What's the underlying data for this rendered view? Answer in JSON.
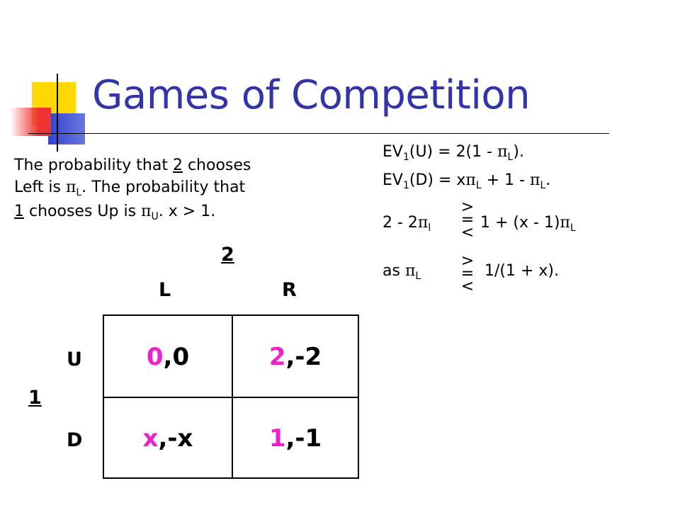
{
  "title": "Games of Competition",
  "description": {
    "line1_a": "The probability that ",
    "line1_player": "2",
    "line1_b": " chooses",
    "line2_a": "Left is ",
    "line2_pi": "π",
    "line2_sub": "L",
    "line2_b": ".  The probability that",
    "line3_player": "1",
    "line3_a": " chooses Up is ",
    "line3_pi": "π",
    "line3_sub": "U",
    "line3_b": ".  x > 1."
  },
  "equations": {
    "ev_u_a": "EV",
    "ev_u_sub": "1",
    "ev_u_b": "(U) = 2(1 - ",
    "ev_u_pi": "π",
    "ev_u_pisub": "L",
    "ev_u_c": ").",
    "ev_d_a": "EV",
    "ev_d_sub": "1",
    "ev_d_b": "(D) = x",
    "ev_d_pi": "π",
    "ev_d_pisub": "L",
    "ev_d_c": " + 1 - ",
    "ev_d_pi2": "π",
    "ev_d_pisub2": "L",
    "ev_d_d": ".",
    "ineq1_a": "2 - 2",
    "ineq1_pi": "π",
    "ineq1_sub": "l",
    "ineq1_b": "1 + (x - 1)",
    "ineq1_pi2": "π",
    "ineq1_sub2": "L",
    "ineq2_a": "as  ",
    "ineq2_pi": "π",
    "ineq2_sub": "L",
    "ineq2_b": "1/(1 + x).",
    "sym_gt": ">",
    "sym_eq": "=",
    "sym_lt": "<"
  },
  "game": {
    "column_player": "2",
    "row_player": "1",
    "col_left": "L",
    "col_right": "R",
    "row_up": "U",
    "row_down": "D",
    "cells": [
      {
        "p1": "0",
        "p2": ",0"
      },
      {
        "p1": "2",
        "p2": ",-2"
      },
      {
        "p1": "x",
        "p2": ",-x"
      },
      {
        "p1": "1",
        "p2": ",-1"
      }
    ]
  },
  "colors": {
    "title": "#3333aa",
    "player1_payoff": "#ee22cc",
    "deco_yellow": "#ffd800",
    "deco_blue": "#3344cc",
    "deco_red": "#ee3333"
  }
}
